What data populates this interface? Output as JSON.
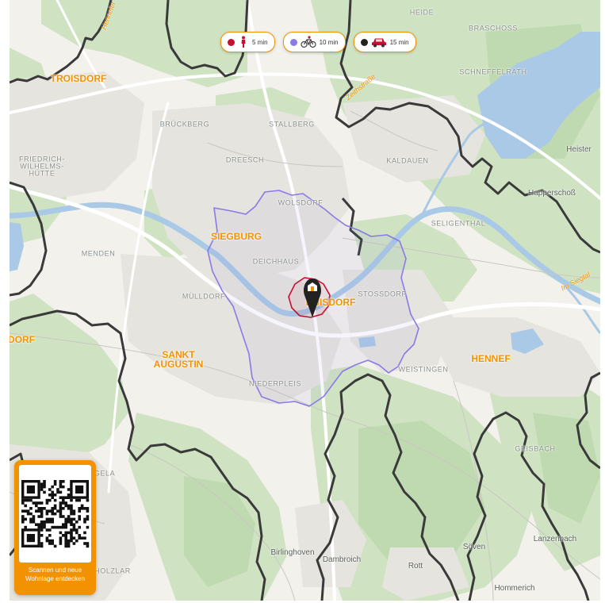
{
  "legend": {
    "items": [
      {
        "mode": "walk",
        "label": "5 min",
        "dot_color": "#c8102e",
        "icon": "walking-person-icon"
      },
      {
        "mode": "bike",
        "label": "10 min",
        "dot_color": "#8a7ae6",
        "icon": "bicycle-icon"
      },
      {
        "mode": "car",
        "label": "15 min",
        "dot_color": "#222222",
        "icon": "car-icon"
      }
    ]
  },
  "map": {
    "towns": {
      "troisdorf": "TROISDORF",
      "siegburg": "SIEGBURG",
      "buisdorf": "BUISDORF",
      "sankt_augustin": "SANKT\nAUGUSTIN",
      "hennef": "HENNEF",
      "dorf": "DORF"
    },
    "districts": {
      "heide": "HEIDE",
      "braschoss": "BRASCHOSS",
      "schneffelrath": "SCHNEFFELRATH",
      "bruckberg": "BRÜCKBERG",
      "stallberg": "STALLBERG",
      "friedrich_wilhelms_hutte": "FRIEDRICH-\nWILHELMS-\nHÜTTE",
      "dreesch": "DREESCH",
      "kaldauen": "KALDAUEN",
      "wolsdorf": "WOLSDORF",
      "seligenthal": "SELIGENTHAL",
      "menden": "MENDEN",
      "deichhaus": "DEICHHAUS",
      "mulldorf": "MÜLLDORF",
      "stossdorf": "STOSSDORF",
      "weistingen": "WEISTINGEN",
      "niederpleis": "NIEDERPLEIS",
      "geisbach": "GEISBACH",
      "gelar": "GELA",
      "holzlar": "HOLZLAR"
    },
    "places": {
      "heister": "Heister",
      "happerschoss": "Happerschoß",
      "birlinghoven": "Birlinghoven",
      "dambroich": "Dambroich",
      "rott": "Rott",
      "sover": "Söven",
      "lanzenbach": "Lanzenbach",
      "hommerich": "Hommerich"
    },
    "roads": {
      "zeithstrasse": "Zeithstraße",
      "siegtal": "Im Siegtal",
      "wahner": "Hennefer Str."
    }
  },
  "qr": {
    "caption": "Scannen und neue\nWohnlage entdecken"
  },
  "colors": {
    "accent": "#f39200",
    "walk": "#c8102e",
    "bike": "#8a7ae6",
    "car": "#222222",
    "forest": "#cfe3c3",
    "water": "#a9c9e6"
  }
}
